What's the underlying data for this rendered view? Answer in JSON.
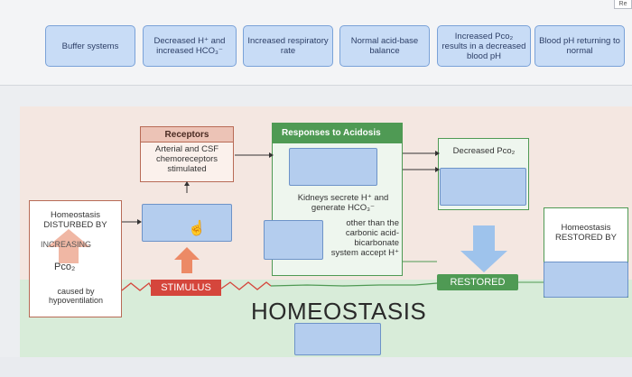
{
  "toolbar": {
    "corner_label": "Re"
  },
  "labels": [
    {
      "text": "Buffer systems"
    },
    {
      "text": "Decreased H⁺ and increased HCO₃⁻"
    },
    {
      "text": "Increased respiratory rate"
    },
    {
      "text": "Normal acid-base balance"
    },
    {
      "text": "Increased Pco₂ results in a decreased blood pH"
    },
    {
      "text": "Blood pH returning to normal"
    }
  ],
  "diagram": {
    "receptors_title": "Receptors",
    "receptors_body": "Arterial and CSF chemoreceptors stimulated",
    "responses_title": "Responses to Acidosis",
    "kidneys_text": "Kidneys secrete H⁺ and generate HCO₃⁻",
    "other_than_text": "other than the carbonic acid-bicarbonate system accept H⁺",
    "decreased_pco2": "Decreased Pco₂",
    "homeostasis_disturbed": "Homeostasis DISTURBED BY",
    "increasing": "INCREASING",
    "pco2": "Pco₂",
    "caused_by": "caused by hypoventilation",
    "homeostasis_restored": "Homeostasis RESTORED BY",
    "stimulus": "STIMULUS",
    "restored": "RESTORED",
    "homeostasis": "HOMEOSTASIS"
  },
  "colors": {
    "label_fill": "#c8dcf6",
    "drop_zone": "#b4cdee",
    "stimulus_red": "#d5463c",
    "restored_green": "#4f9a54"
  },
  "icons": [
    "hand-cursor-icon",
    "arrow-up-icon",
    "arrow-down-icon"
  ]
}
